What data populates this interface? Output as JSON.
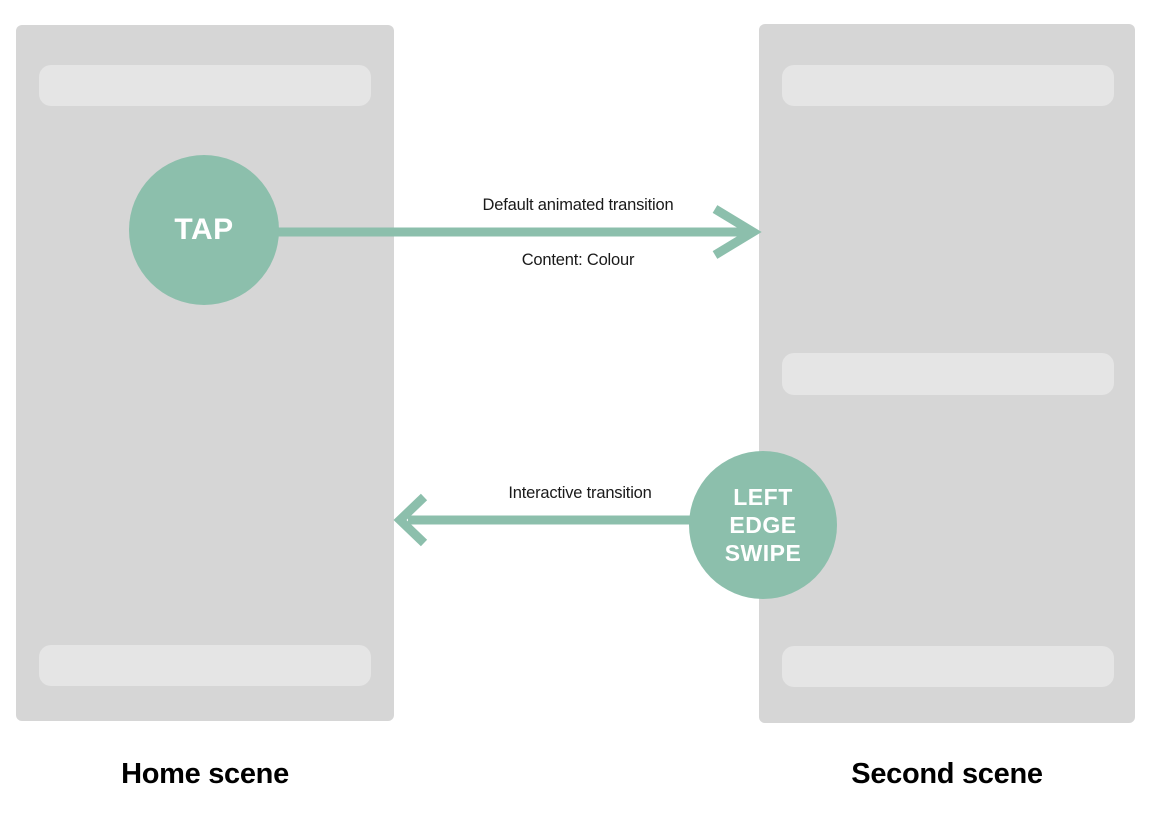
{
  "colors": {
    "accent_teal": "#8cbfac",
    "scene_fill": "#d6d6d6",
    "placeholder_bar_fill": "#e5e5e5",
    "label_text": "#1a1a1a",
    "caption_text": "#000000",
    "gesture_text": "#ffffff"
  },
  "scenes": [
    {
      "id": "home",
      "caption": "Home scene",
      "placeholder_bars": [
        "top",
        "bottom"
      ]
    },
    {
      "id": "second",
      "caption": "Second scene",
      "placeholder_bars": [
        "top",
        "middle",
        "bottom"
      ]
    }
  ],
  "transitions": [
    {
      "gesture": "TAP",
      "label": "Default animated transition",
      "sublabel": "Content: Colour",
      "direction": "right",
      "from": "Home scene",
      "to": "Second scene",
      "icon": "arrow-right-icon"
    },
    {
      "gesture": "LEFT EDGE SWIPE",
      "label": "Interactive transition",
      "direction": "left",
      "from": "Second scene",
      "to": "Home scene",
      "icon": "arrow-left-icon"
    }
  ]
}
